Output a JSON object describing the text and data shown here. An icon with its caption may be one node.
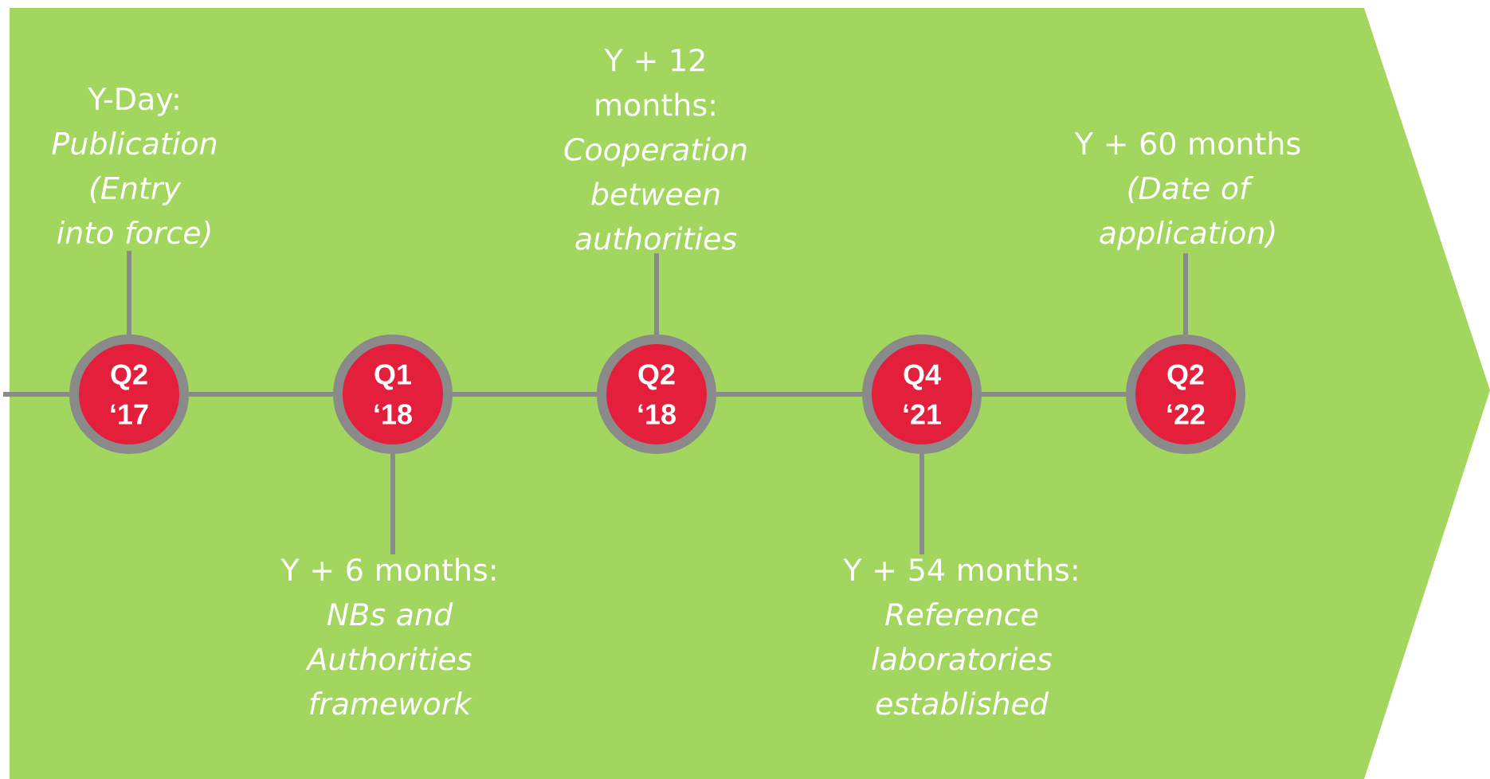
{
  "diagram": {
    "nodes": [
      {
        "text": [
          "Y-Day:",
          "Publication (Entry into force)"
        ]
      },
      {
        "text": [
          "Q2 ‘17"
        ]
      },
      {
        "text": [
          "Q1 ‘18"
        ]
      },
      {
        "text": [
          "Q2 ‘18"
        ]
      },
      {
        "text": [
          "Q4 ‘21"
        ]
      },
      {
        "text": [
          "Q2 ‘22"
        ]
      },
      {
        "text": [
          "Y + 6 months:",
          "NBs and Authorities framework"
        ]
      },
      {
        "text": [
          "Y + 12 months:",
          "Cooperation between authorities"
        ]
      },
      {
        "text": [
          "Y + 54 months:",
          "Reference laboratories established"
        ]
      },
      {
        "text": [
          "Y + 60 months",
          "(Date of application)"
        ]
      }
    ],
    "edges": [
      {
        "from": null,
        "to": 1,
        "arrow": "none"
      },
      {
        "from": 1,
        "to": 2,
        "arrow": "none"
      },
      {
        "from": 2,
        "to": 3,
        "arrow": "none"
      },
      {
        "from": 3,
        "to": 4,
        "arrow": "none"
      },
      {
        "from": 4,
        "to": 5,
        "arrow": "none"
      },
      {
        "from": 0,
        "to": 1,
        "arrow": "none"
      },
      {
        "from": 6,
        "to": 2,
        "arrow": "none"
      },
      {
        "from": 7,
        "to": 3,
        "arrow": "none"
      },
      {
        "from": 8,
        "to": 4,
        "arrow": "none"
      },
      {
        "from": 9,
        "to": 5,
        "arrow": "none"
      }
    ]
  }
}
